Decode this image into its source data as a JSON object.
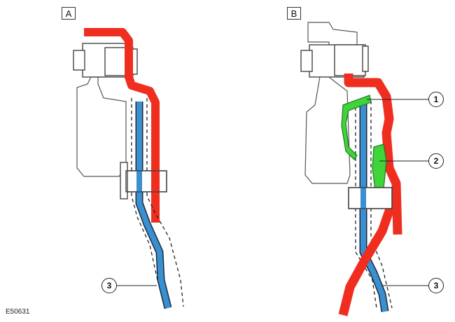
{
  "panels": {
    "a": {
      "tag": "A"
    },
    "b": {
      "tag": "B"
    }
  },
  "callouts": {
    "a3": "3",
    "b1": "1",
    "b2": "2",
    "b3": "3"
  },
  "figure_code": "E50631",
  "colors": {
    "red_line": "#ef2e1f",
    "blue_line": "#3a8fd0",
    "green_clip": "#3fd43a",
    "outline": "#444444",
    "part_fill": "#ffffff"
  }
}
